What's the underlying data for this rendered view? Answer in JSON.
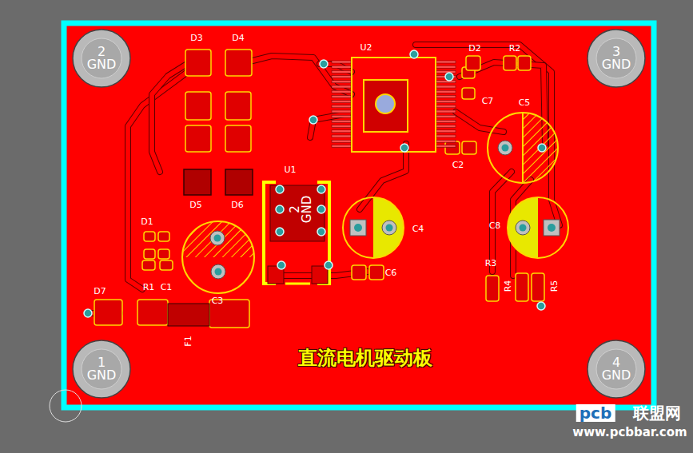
{
  "diagram": {
    "title": "直流电机驱动板",
    "nodes": [
      {
        "text": [
          "2",
          "GND"
        ]
      },
      {
        "text": [
          "3",
          "GND"
        ]
      },
      {
        "text": [
          "1",
          "GND"
        ]
      },
      {
        "text": [
          "4",
          "GND"
        ]
      }
    ],
    "labels": [
      "D3",
      "D4",
      "U2",
      "D2",
      "R2",
      "C7",
      "C5",
      "C2",
      "U1",
      "D5",
      "D6",
      "C4",
      "C8",
      "D1",
      "R1",
      "C1",
      "D7",
      "C3",
      "C6",
      "R3",
      "R4",
      "R5",
      "F1",
      "2",
      "GND",
      "pcb",
      "联盟网",
      "www.pcbbar.com"
    ]
  }
}
